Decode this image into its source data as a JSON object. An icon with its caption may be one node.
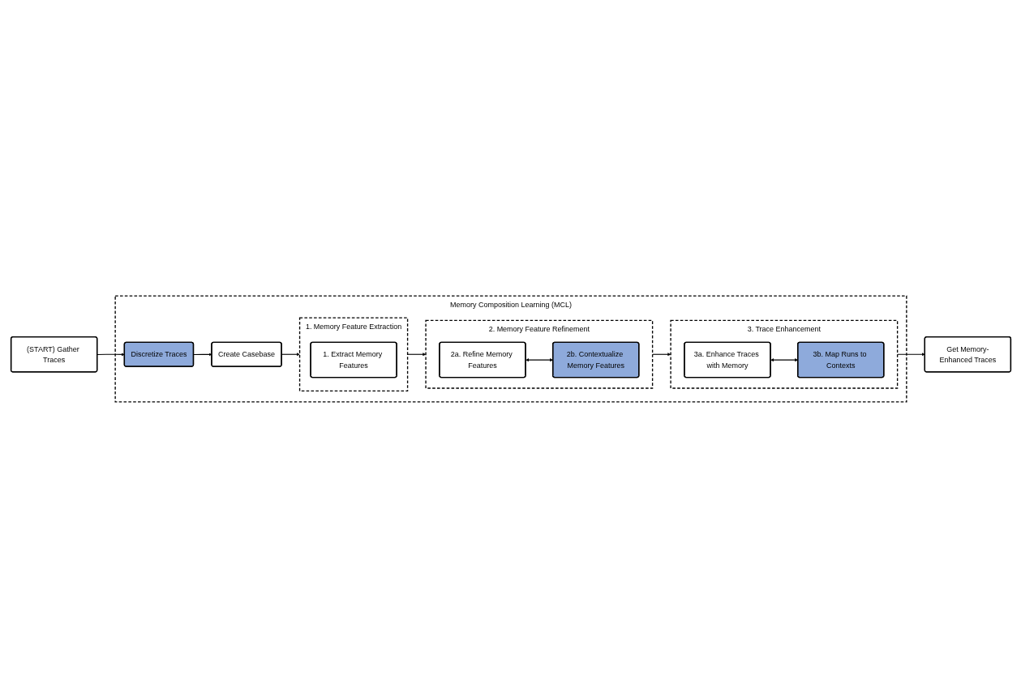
{
  "diagram": {
    "nodes": [
      {
        "text": [
          "Memory Composition Learning (MCL)"
        ]
      },
      {
        "text": [
          "(START) Gather Traces"
        ]
      },
      {
        "text": [
          "Discretize Traces"
        ],
        "in": 0
      },
      {
        "text": [
          "Create Casebase"
        ],
        "in": 0
      },
      {
        "text": [
          "1. Memory Feature Extraction"
        ],
        "in": 0
      },
      {
        "text": [
          "1. Extract Memory Features"
        ],
        "in": 4
      },
      {
        "text": [
          "2. Memory Feature Refinement"
        ],
        "in": 0
      },
      {
        "text": [
          "2a. Refine Memory Features"
        ],
        "in": 6
      },
      {
        "text": [
          "2b. Contextualize Memory Features"
        ],
        "in": 6
      },
      {
        "text": [
          "3. Trace Enhancement"
        ],
        "in": 0
      },
      {
        "text": [
          "3a. Enhance Traces with Memory"
        ],
        "in": 9
      },
      {
        "text": [
          "3b. Map Runs to Contexts"
        ],
        "in": 9
      },
      {
        "text": [
          "Get Memory-Enhanced Traces"
        ]
      }
    ],
    "edges": [
      {
        "from": 1,
        "to": 2,
        "arrow": "to"
      },
      {
        "from": 2,
        "to": 3,
        "arrow": "to"
      },
      {
        "from": 3,
        "to": 4,
        "arrow": "to"
      },
      {
        "from": 4,
        "to": 6,
        "arrow": "to"
      },
      {
        "from": 7,
        "to": 8,
        "arrow": "both"
      },
      {
        "from": 6,
        "to": 9,
        "arrow": "to"
      },
      {
        "from": 10,
        "to": 11,
        "arrow": "both"
      },
      {
        "from": 9,
        "to": 12,
        "arrow": "to"
      }
    ]
  }
}
